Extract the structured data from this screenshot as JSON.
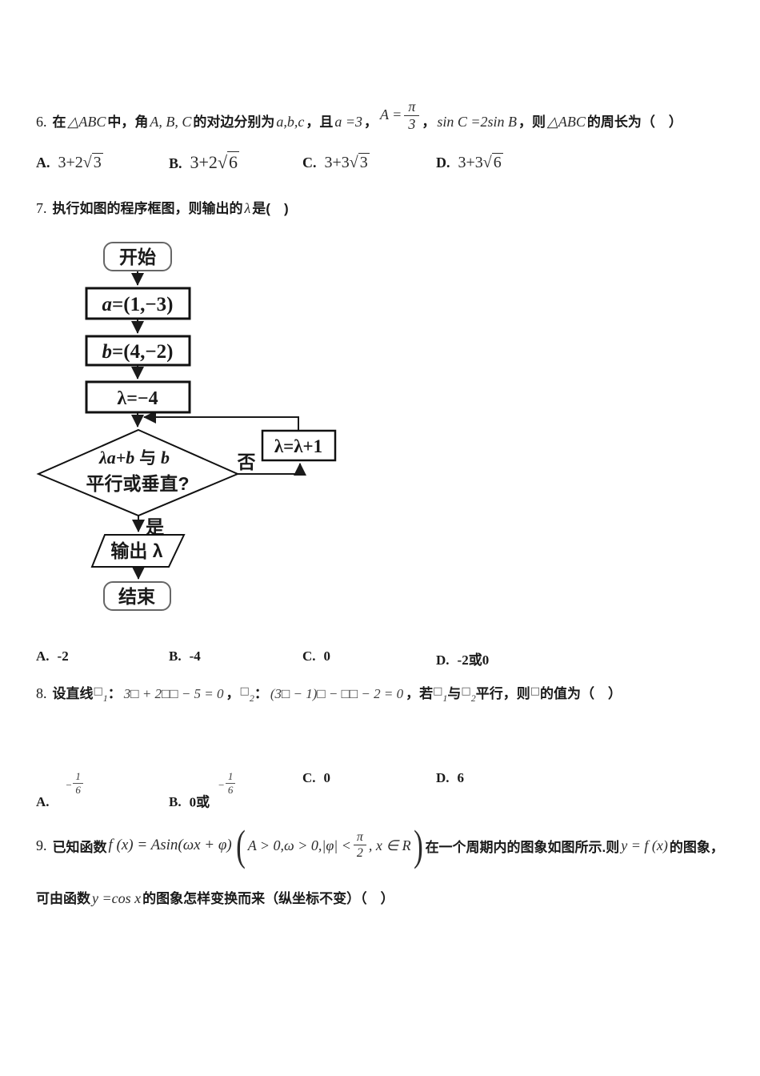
{
  "theme": {
    "ink": "#1a1a1a",
    "math_ink": "#3d3d3d",
    "background": "#ffffff"
  },
  "q6": {
    "number": "6.",
    "t1": "在",
    "m_tri1": "△ABC",
    "t2": "中，角",
    "m_ABC": "A, B, C",
    "t3": "的对边分别为",
    "m_abc": "a,b,c",
    "t4": "，且",
    "m_a3": "a =3",
    "t5": "，",
    "frac_lhs": "A =",
    "frac_num": "π",
    "frac_den": "3",
    "t6": "，",
    "m_sin": "sin C =2sin B",
    "t7": "，则",
    "m_tri2": "△ABC",
    "t8": "的周长为（　）",
    "options": [
      {
        "label": "A.",
        "pre": "3+2",
        "rad": "3"
      },
      {
        "label": "B.",
        "pre": "3+2",
        "rad": "6"
      },
      {
        "label": "C.",
        "pre": "3+3",
        "rad": "3"
      },
      {
        "label": "D.",
        "pre": "3+3",
        "rad": "6"
      }
    ]
  },
  "q7": {
    "number": "7.",
    "t1": "执行如图的程序框图，则输出的",
    "lambda": "λ",
    "t2": "是(　)",
    "options": [
      {
        "label": "A.",
        "value": "-2"
      },
      {
        "label": "B.",
        "value": "-4"
      },
      {
        "label": "C.",
        "value": "0"
      },
      {
        "label": "D.",
        "value": "-2或0"
      }
    ]
  },
  "flowchart": {
    "start": "开始",
    "a_var": "a",
    "a_rest": "=(1,−3)",
    "b_var": "b",
    "b_rest": "=(4,−2)",
    "lam_init": "λ=−4",
    "dec1a": "λa+b",
    "dec1b": " 与 ",
    "dec1c": "b",
    "dec2": "平行或垂直?",
    "no_label": "否",
    "loop_box": "λ=λ+1",
    "yes_label": "是",
    "output": "输出 λ",
    "end": "结束"
  },
  "q8": {
    "number": "8.",
    "t1": "设直线",
    "box": "□",
    "sub1": "1",
    "colon": "：",
    "eq1": "3□ + 2□□ − 5 = 0",
    "comma": "，",
    "sub2": "2",
    "eq2": "(3□ − 1)□ − □□ − 2 = 0",
    "t2": "，若",
    "t3": "与",
    "t4": "平行，则",
    "t5": "的值为（　）",
    "options": [
      {
        "label": "A.",
        "pre": "",
        "sign": "−",
        "num": "1",
        "den": "6"
      },
      {
        "label": "B.",
        "pre": "0或",
        "sign": "−",
        "num": "1",
        "den": "6"
      },
      {
        "label": "C.",
        "value": "0"
      },
      {
        "label": "D.",
        "value": "6"
      }
    ]
  },
  "q9": {
    "number": "9.",
    "t1": "已知函数",
    "fx": "f (x) = Asin(ωx + φ)",
    "paren_open": "(",
    "cond_pre": "A > 0,ω > 0,|φ| <",
    "frac_num": "π",
    "frac_den": "2",
    "cond_post": ", x ∈ R",
    "paren_close": ")",
    "t2": "在一个周期内的图象如图所示.则 ",
    "m_yfx": "y = f (x)",
    "t3": "的图象，",
    "t4": "可由函数",
    "m_cos": "y =cos x",
    "t5": "的图象怎样变换而来（纵坐标不变）（　）"
  }
}
